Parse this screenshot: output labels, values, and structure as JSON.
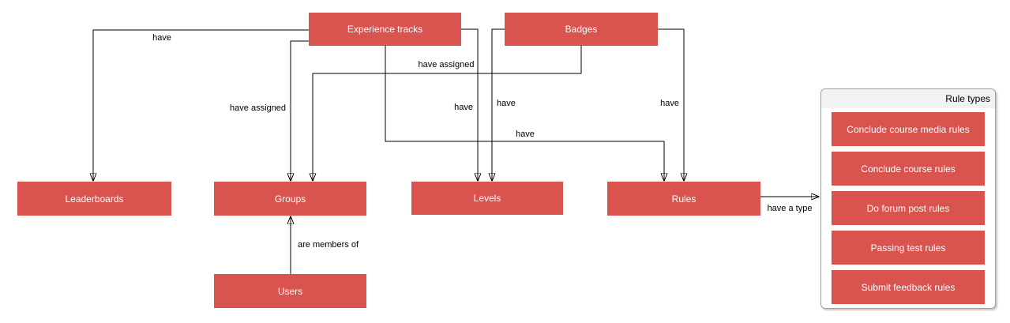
{
  "colors": {
    "node_fill": "#D9534F",
    "node_text": "#FFFFFF",
    "edge_color": "#000000",
    "panel_header_bg": "#F2F2F2",
    "panel_body_bg": "#FFFFFF",
    "panel_border": "#9E9E9E",
    "label_bg": "#FFFFFF"
  },
  "nodes": {
    "experience_tracks": "Experience tracks",
    "badges": "Badges",
    "leaderboards": "Leaderboards",
    "groups": "Groups",
    "levels": "Levels",
    "rules": "Rules",
    "users": "Users"
  },
  "edges": {
    "exp_to_leaderboards": "have",
    "exp_to_groups": "have assigned",
    "badges_to_groups": "have assigned",
    "exp_to_levels": "have",
    "badges_to_levels": "have",
    "exp_to_rules": "have",
    "badges_to_rules": "have",
    "users_to_groups": "are members of",
    "rules_to_rule_types": "have a type"
  },
  "panel": {
    "title": "Rule types",
    "items": [
      "Conclude course media rules",
      "Conclude course rules",
      "Do forum post rules",
      "Passing test rules",
      "Submit feedback rules"
    ]
  }
}
